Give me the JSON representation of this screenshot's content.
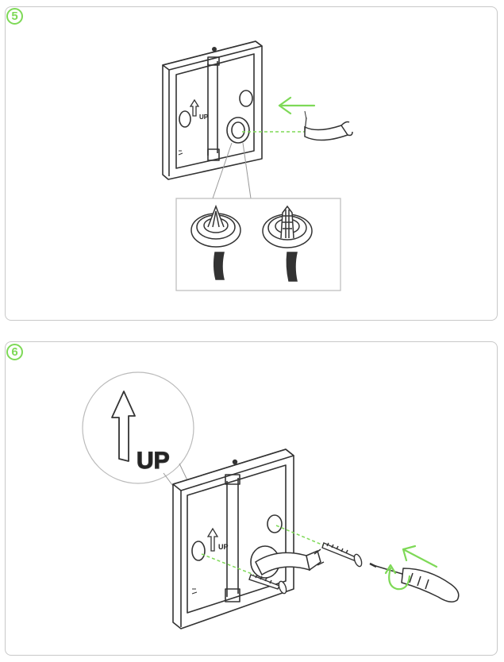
{
  "steps": [
    {
      "number": "5"
    },
    {
      "number": "6"
    }
  ],
  "labels": {
    "up_small": "UP",
    "up_small_2": "UP",
    "up_zoom": "UP"
  },
  "colors": {
    "accent": "#7ed957",
    "line": "#333333",
    "frame": "#c8c8c8"
  },
  "icons": [
    "step-number-badge",
    "arrow-up-icon",
    "screwdriver-icon",
    "rotate-arrow-icon",
    "direction-arrow-icon"
  ]
}
